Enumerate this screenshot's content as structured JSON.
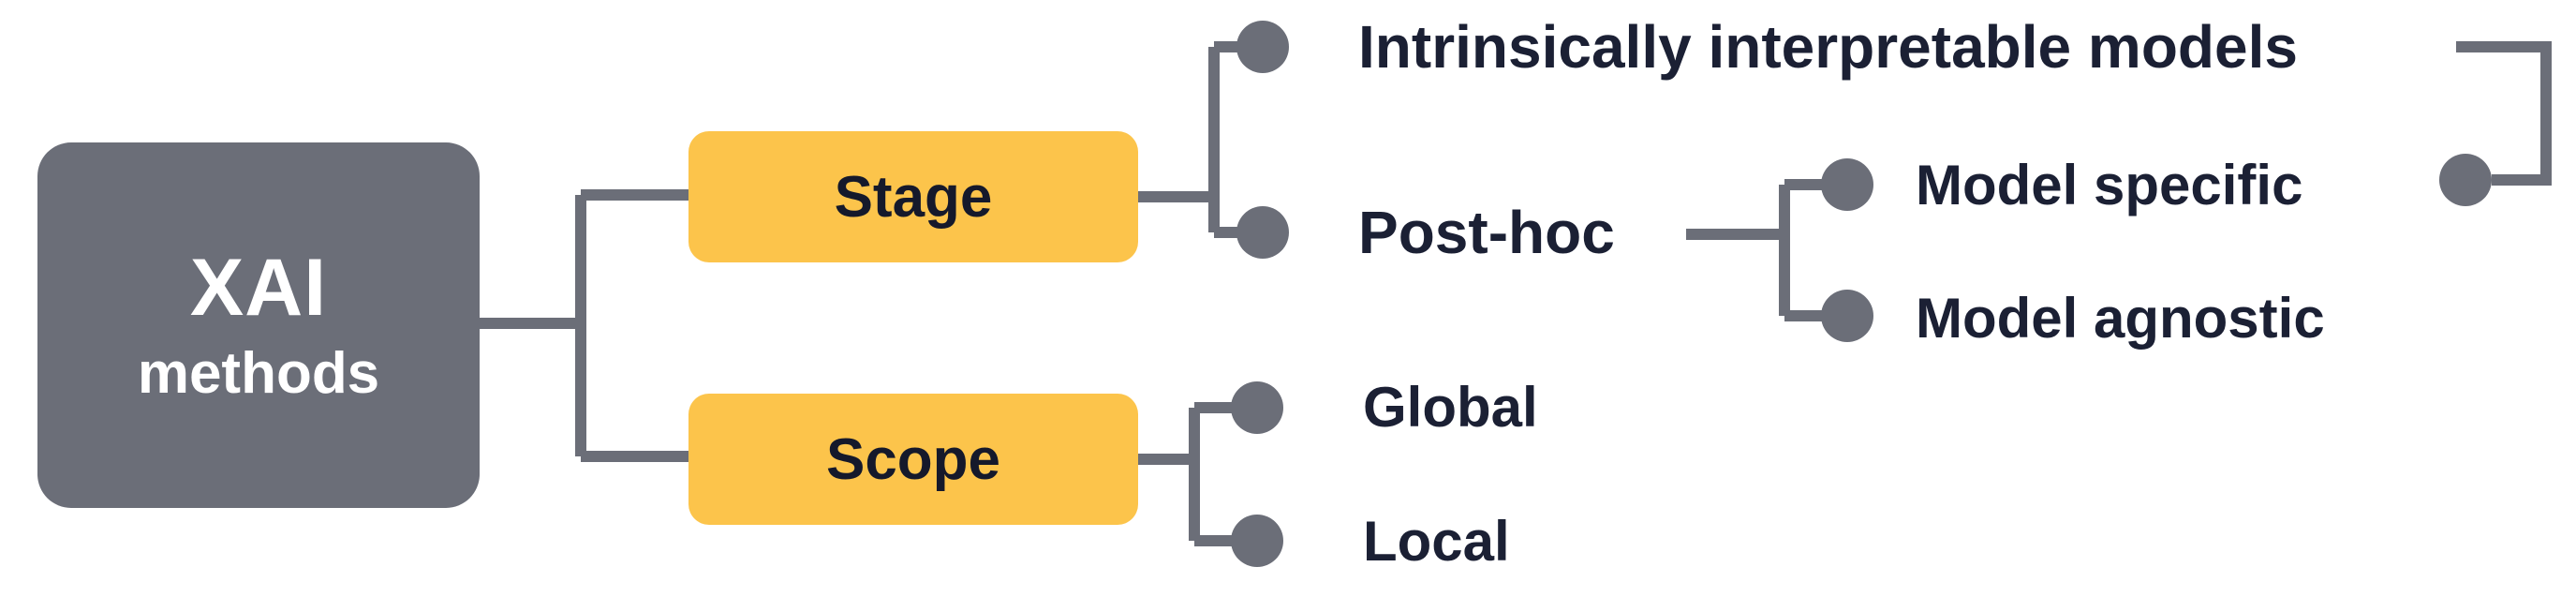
{
  "diagram": {
    "title": "XAI methods taxonomy",
    "type": "tree-diagram",
    "colors": {
      "root_fill": "#6B6E78",
      "root_text": "#FFFFFF",
      "category_fill": "#FCC44B",
      "category_text": "#15192B",
      "leaf_text": "#1B2034",
      "connector": "#6B6E78",
      "background": "#FFFFFF"
    },
    "root": {
      "line1": "XAI",
      "line2": "methods"
    },
    "categories": [
      {
        "id": "stage",
        "label": "Stage"
      },
      {
        "id": "scope",
        "label": "Scope"
      }
    ],
    "leaves": {
      "intrinsic": "Intrinsically interpretable models",
      "posthoc": "Post-hoc",
      "model_specific": "Model specific",
      "model_agnostic": "Model agnostic",
      "global": "Global",
      "local": "Local"
    }
  }
}
